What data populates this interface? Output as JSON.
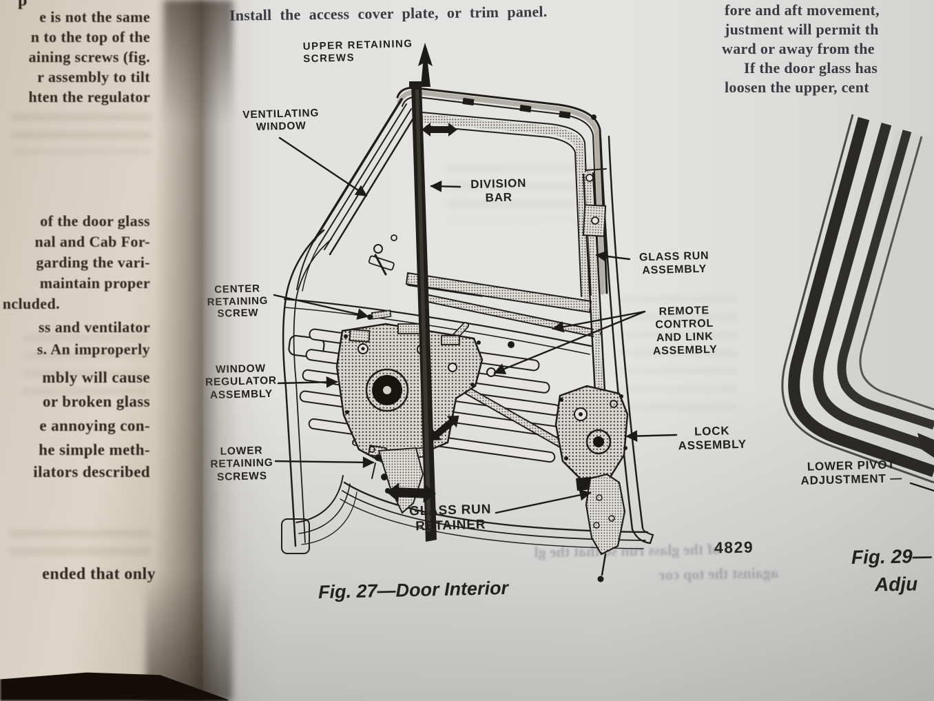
{
  "left_page": {
    "corner_fragment": "p",
    "lines": [
      "e is not the same",
      "n to the top of the",
      "aining screws (fig.",
      "r assembly to tilt",
      "hten the regulator",
      "of the door glass",
      "nal and Cab For-",
      "garding the vari-",
      "maintain proper",
      "ncluded.",
      "ss and ventilator",
      "s. An improperly",
      "mbly will cause",
      "or broken glass",
      "e annoying con-",
      "he simple meth-",
      "ilators described",
      "ended that only"
    ]
  },
  "right_page": {
    "instruction": "Install the access cover plate, or trim panel.",
    "column_lines": [
      "fore and aft movement,",
      "justment will permit th",
      "ward or away from the",
      "If the door glass has",
      "loosen the upper, cent"
    ]
  },
  "figure27": {
    "caption": "Fig. 27—Door Interior",
    "art_number": "4829",
    "labels": {
      "upper_retaining_screws": "UPPER RETAINING SCREWS",
      "ventilating_window": [
        "VENTILATING",
        "WINDOW"
      ],
      "division_bar": [
        "DIVISION",
        "BAR"
      ],
      "glass_run_assembly": [
        "GLASS RUN",
        "ASSEMBLY"
      ],
      "remote_control": [
        "REMOTE",
        "CONTROL",
        "AND LINK",
        "ASSEMBLY"
      ],
      "center_retaining_screw": [
        "CENTER",
        "RETAINING",
        "SCREW"
      ],
      "window_regulator_assembly": [
        "WINDOW",
        "REGULATOR",
        "ASSEMBLY"
      ],
      "lower_retaining_screws": [
        "LOWER",
        "RETAINING",
        "SCREWS"
      ],
      "lock_assembly": [
        "LOCK",
        "ASSEMBLY"
      ],
      "glass_run_retainer": [
        "GLASS RUN",
        "RETAINER"
      ]
    },
    "bleed_through": [
      "of the glass run so that the gl",
      "against the top cor"
    ]
  },
  "figure29": {
    "caption_line1": "Fig. 29—",
    "caption_line2": "Adju",
    "labels": {
      "lower_pivot_adjustment": [
        "LOWER PIVOT",
        "ADJUSTMENT —"
      ]
    }
  },
  "colors": {
    "paper_left": "#d8cfc1",
    "paper_right": "#e2e2e0",
    "ink": "#26241f",
    "shadow": "#171310"
  }
}
